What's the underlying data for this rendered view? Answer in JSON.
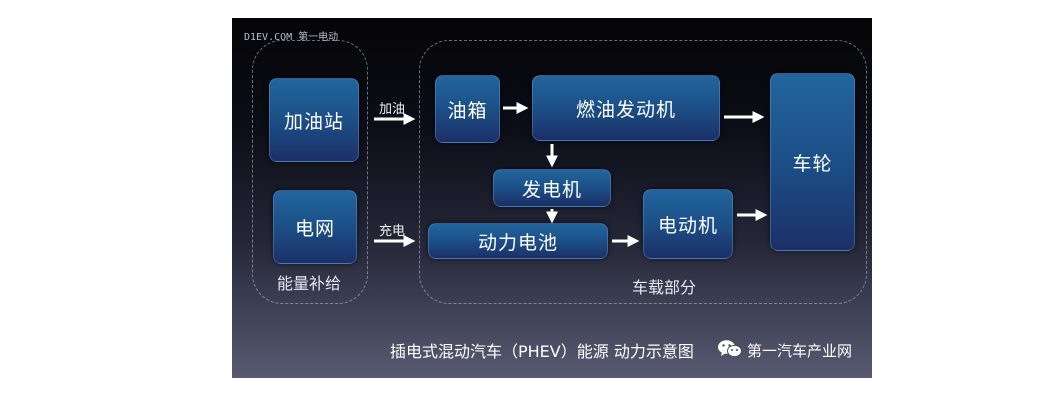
{
  "watermark": "D1EV.COM 第一电动",
  "groups": {
    "supply_label": "能量补给",
    "vehicle_label": "车载部分"
  },
  "boxes": {
    "gas_station": "加油站",
    "grid": "电网",
    "fuel_tank": "油箱",
    "engine": "燃油发动机",
    "wheels": "车轮",
    "generator": "发电机",
    "battery": "动力电池",
    "motor": "电动机"
  },
  "arrow_labels": {
    "refuel": "加油",
    "charge": "充电"
  },
  "caption": "插电式混动汽车（PHEV）能源 动力示意图",
  "source": {
    "icon": "wechat-icon",
    "text": "第一汽车产业网"
  },
  "colors": {
    "box_top": "#22659d",
    "box_bottom": "#1c2f67",
    "arrow": "#ffffff"
  }
}
